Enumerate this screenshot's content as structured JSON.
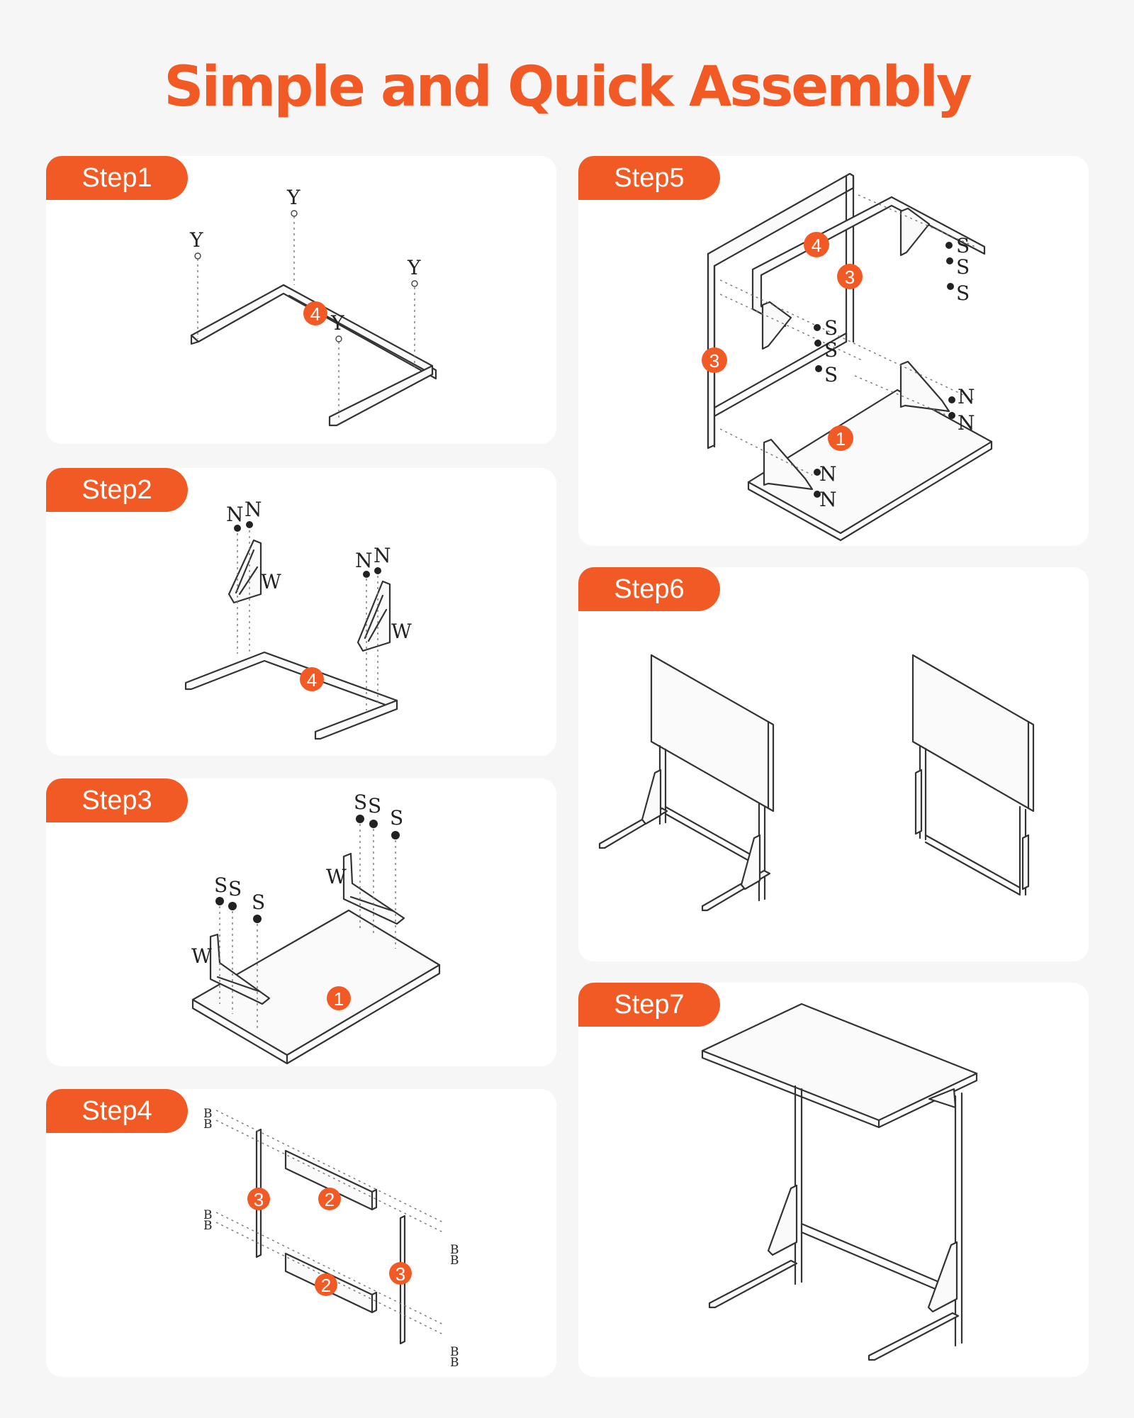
{
  "title": "Simple and Quick Assembly",
  "accent_color": "#f15a24",
  "steps": [
    {
      "label": "Step1",
      "part_badges": [
        "4"
      ],
      "hardware_labels": [
        "Y",
        "Y",
        "Y",
        "Y"
      ]
    },
    {
      "label": "Step2",
      "part_badges": [
        "4"
      ],
      "hardware_labels": [
        "N",
        "N",
        "N",
        "N",
        "W",
        "W"
      ]
    },
    {
      "label": "Step3",
      "part_badges": [
        "1"
      ],
      "hardware_labels": [
        "S",
        "S",
        "S",
        "S",
        "S",
        "S",
        "W",
        "W"
      ]
    },
    {
      "label": "Step4",
      "part_badges": [
        "3",
        "2",
        "2",
        "3"
      ],
      "hardware_labels": [
        "B",
        "B",
        "B",
        "B",
        "B",
        "B",
        "B",
        "B"
      ]
    },
    {
      "label": "Step5",
      "part_badges": [
        "4",
        "3",
        "3",
        "1"
      ],
      "hardware_labels": [
        "S",
        "S",
        "S",
        "S",
        "S",
        "S",
        "N",
        "N",
        "N",
        "N"
      ]
    },
    {
      "label": "Step6",
      "part_badges": [],
      "hardware_labels": []
    },
    {
      "label": "Step7",
      "part_badges": [],
      "hardware_labels": []
    }
  ]
}
